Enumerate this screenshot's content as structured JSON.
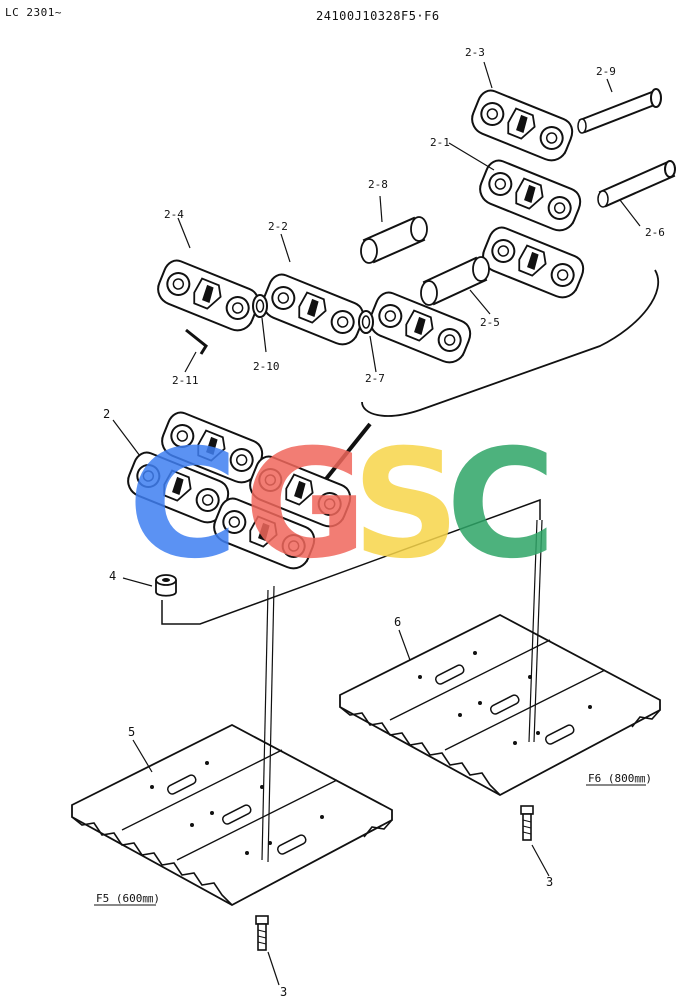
{
  "header": {
    "model": "LC 2301~",
    "part_number": "24100J10328F5·F6"
  },
  "callouts": {
    "c2_3": "2-3",
    "c2_9": "2-9",
    "c2_1": "2-1",
    "c2_8": "2-8",
    "c2_6": "2-6",
    "c2_4": "2-4",
    "c2_2": "2-2",
    "c2_5": "2-5",
    "c2_10": "2-10",
    "c2_7": "2-7",
    "c2_11": "2-11",
    "c2": "2",
    "c4": "4",
    "c6": "6",
    "c5": "5",
    "c3a": "3",
    "c3b": "3"
  },
  "captions": {
    "f6": "F6 (800㎜)",
    "f5": "F5 (600㎜)"
  },
  "watermark": {
    "letters": [
      "C",
      "G",
      "S",
      "C"
    ],
    "colors": [
      "#3f7ff2",
      "#f0675c",
      "#f7d54a",
      "#2ea567"
    ]
  },
  "colors": {
    "ink": "#111111",
    "paper": "#ffffff"
  }
}
